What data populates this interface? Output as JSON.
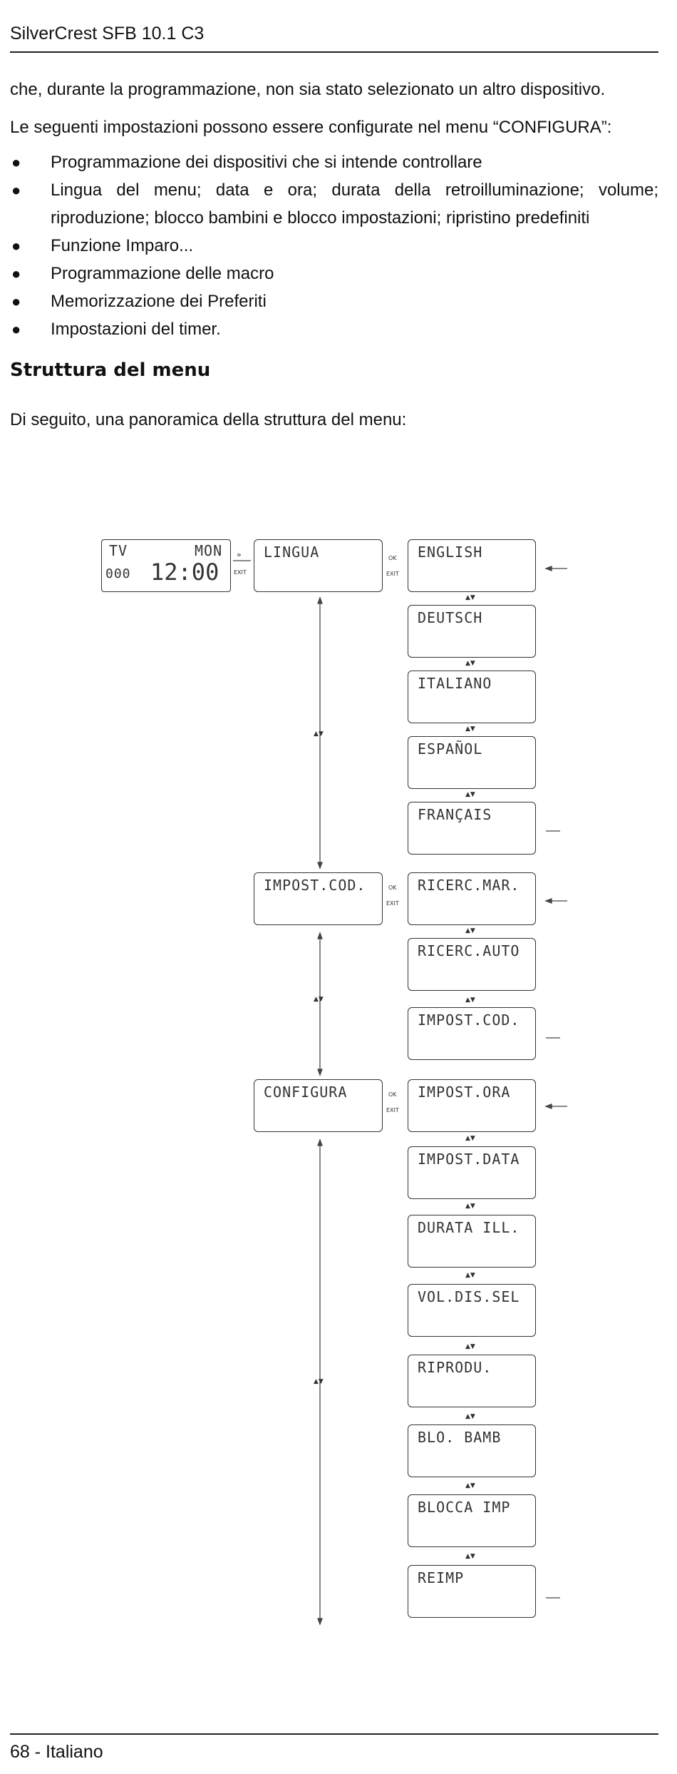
{
  "header": {
    "title": "SilverCrest SFB 10.1 C3"
  },
  "body": {
    "p1": "che, durante la programmazione, non sia stato selezionato un altro dispositivo.",
    "p2": "Le seguenti impostazioni possono essere configurate nel menu “CONFIGURA”:",
    "bullets": [
      "Programmazione dei dispositivi che si intende controllare",
      "Lingua del menu; data e ora; durata della retroilluminazione; volume; riproduzione; blocco bambini e blocco impostazioni; ripristino predefiniti",
      "Funzione Imparo...",
      "Programmazione delle macro",
      "Memorizzazione dei Preferiti",
      "Impostazioni del timer."
    ],
    "section_title": "Struttura del menu",
    "intro": "Di seguito, una panoramica della struttura del menu:"
  },
  "diagram": {
    "display": {
      "mode": "TV",
      "day": "MON",
      "code": "000",
      "time": "12:00"
    },
    "arrow_label": "»",
    "ok_label": "OK",
    "exit_label": "EXIT",
    "updown_label": "▲▼",
    "main_menu": [
      "LINGUA",
      "IMPOST.COD.",
      "CONFIGURA"
    ],
    "lingua_items": [
      "ENGLISH",
      "DEUTSCH",
      "ITALIANO",
      "ESPAÑOL",
      "FRANÇAIS"
    ],
    "impost_cod_items": [
      "RICERC.MAR.",
      "RICERC.AUTO",
      "IMPOST.COD."
    ],
    "configura_items": [
      "IMPOST.ORA",
      "IMPOST.DATA",
      "DURATA ILL.",
      "VOL.DIS.SEL",
      "RIPRODU.",
      "BLO. BAMB",
      "BLOCCA IMP",
      "REIMP"
    ]
  },
  "footer": {
    "page": "68 - Italiano"
  }
}
